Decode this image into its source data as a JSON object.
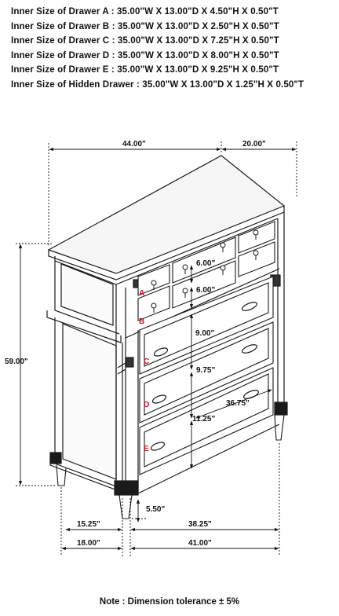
{
  "specs": [
    "Inner Size of Drawer A : 35.00\"W X 13.00\"D X 4.50\"H X 0.50\"T",
    "Inner Size of Drawer B : 35.00\"W X 13.00\"D X 2.50\"H X 0.50\"T",
    "Inner Size of Drawer C : 35.00\"W X 13.00\"D X 7.25\"H X 0.50\"T",
    "Inner Size of Drawer D : 35.00\"W X 13.00\"D X 8.00\"H X 0.50\"T",
    "Inner Size of Drawer E : 35.00\"W X 13.00\"D X 9.25\"H X 0.50\"T",
    "Inner Size of Hidden Drawer : 35.00\"W X 13.00\"D X 1.25\"H X 0.50\"T"
  ],
  "dimensions": {
    "width_top": "44.00\"",
    "depth_top": "20.00\"",
    "height": "59.00\"",
    "drawer_a_height": "6.00\"",
    "drawer_b_height": "6.00\"",
    "drawer_c_height": "9.00\"",
    "drawer_d_height": "9.75\"",
    "drawer_e_height": "11.25\"",
    "drawer_inner_width": "36.75\"",
    "leg_height": "5.50\"",
    "side_inner": "15.25\"",
    "front_inner": "38.25\"",
    "side_outer": "18.00\"",
    "front_outer": "41.00\""
  },
  "drawer_labels": [
    "A",
    "B",
    "C",
    "D",
    "E"
  ],
  "note": "Note : Dimension tolerance ± 5%",
  "colors": {
    "label_red": "#c8102e",
    "line": "#1a1a1a"
  }
}
